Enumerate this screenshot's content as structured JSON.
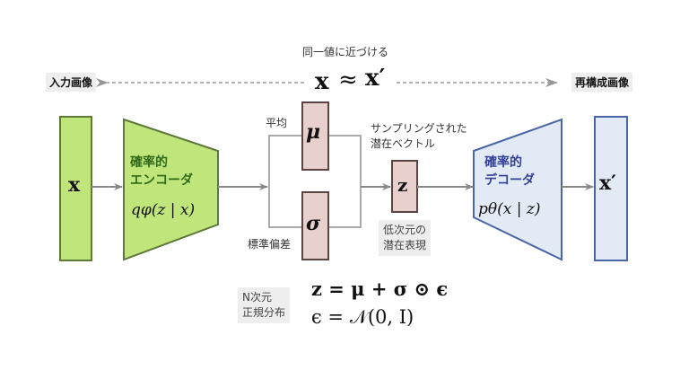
{
  "top": {
    "caption": "同一値に近づける",
    "approx_left": "x",
    "approx_symbol": "≈",
    "approx_right": "x′",
    "input_label": "入力画像",
    "output_label": "再構成画像"
  },
  "input": {
    "symbol": "x"
  },
  "encoder": {
    "line1": "確率的",
    "line2": "エンコーダ",
    "formula": "qφ(z | x)"
  },
  "latent": {
    "mean_label": "平均",
    "mean_symbol": "μ",
    "std_label": "標準偏差",
    "std_symbol": "σ",
    "sampled_caption_line1": "サンプリングされた",
    "sampled_caption_line2": "潜在ベクトル",
    "z_symbol": "z",
    "lowdim_line1": "低次元の",
    "lowdim_line2": "潜在表現"
  },
  "decoder": {
    "line1": "確率的",
    "line2": "デコーダ",
    "formula": "pθ(x | z)"
  },
  "output": {
    "symbol": "x′"
  },
  "equations": {
    "note_line1": "N次元",
    "note_line2": "正規分布",
    "eq1": "z = μ + σ ⊙ ϵ",
    "eq2": "ϵ = 𝒩(0, I)"
  },
  "colors": {
    "encoder_fill": "#c0e57a",
    "encoder_stroke": "#5e7a3a",
    "latent_fill": "#e8d0cc",
    "latent_stroke": "#5a4444",
    "decoder_fill": "#e2ebf5",
    "decoder_stroke": "#4a66a8",
    "arrow": "#888888"
  }
}
